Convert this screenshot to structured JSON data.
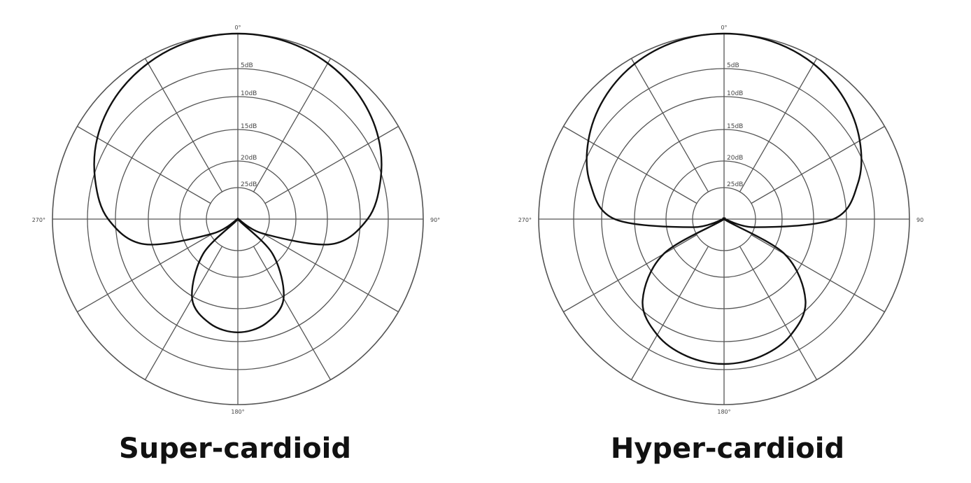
{
  "chart_data": [
    {
      "type": "polar",
      "title": "Super-cardioid",
      "angle_labels": [
        "0°",
        "90°",
        "180°",
        "270°"
      ],
      "ring_labels": [
        "5dB",
        "10dB",
        "15dB",
        "20dB",
        "25dB"
      ],
      "rings_db": [
        0,
        -5,
        -10,
        -15,
        -20,
        -25
      ],
      "spoke_step_deg": 30,
      "line_color": "#111111",
      "grid_color": "#555555",
      "pattern": {
        "angles_deg": [
          0,
          15,
          30,
          45,
          60,
          75,
          90,
          105,
          120,
          125,
          135,
          150,
          165,
          180
        ],
        "level_db": [
          0,
          -0.2,
          -0.8,
          -1.8,
          -3.3,
          -5.5,
          -8.7,
          -13.9,
          -26.2,
          -40,
          -21.7,
          -14.7,
          -12.2,
          -11.4
        ]
      }
    },
    {
      "type": "polar",
      "title": "Hyper-cardioid",
      "angle_labels": [
        "0°",
        "90",
        "180°",
        "270°"
      ],
      "ring_labels": [
        "5dB",
        "10dB",
        "15dB",
        "20dB",
        "25dB"
      ],
      "rings_db": [
        0,
        -5,
        -10,
        -15,
        -20,
        -25
      ],
      "spoke_step_deg": 30,
      "line_color": "#111111",
      "grid_color": "#555555",
      "pattern": {
        "angles_deg": [
          0,
          15,
          30,
          45,
          60,
          75,
          90,
          105,
          110,
          120,
          135,
          150,
          165,
          180
        ],
        "level_db": [
          0,
          -0.2,
          -0.9,
          -2.2,
          -4.1,
          -7.1,
          -12,
          -25,
          -40,
          -18.1,
          -11.1,
          -8,
          -6.5,
          -6
        ]
      }
    }
  ]
}
